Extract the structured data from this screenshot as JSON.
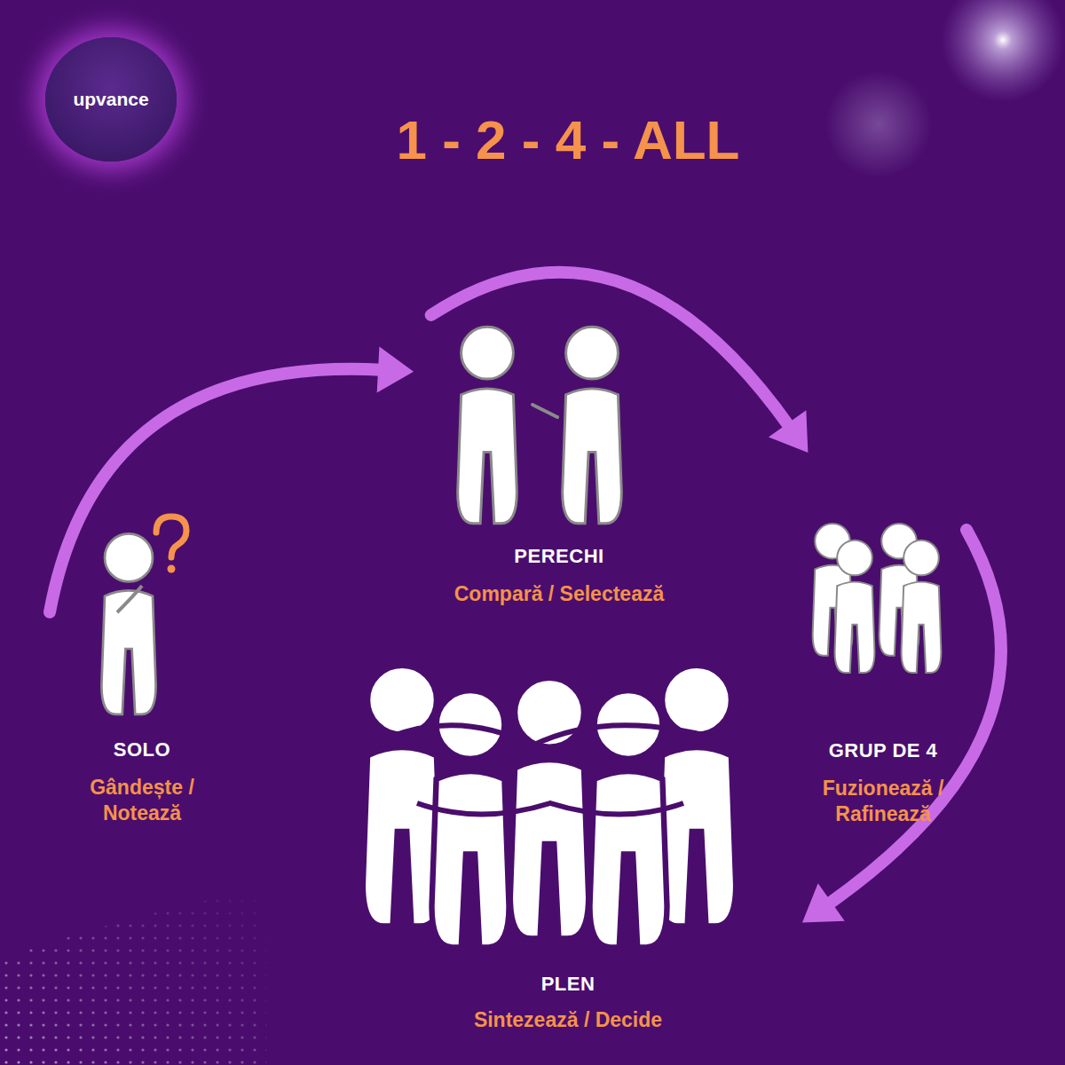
{
  "diagram": {
    "title": "1 - 2 - 4 - ALL",
    "nodes": [
      {
        "text": [
          "upvance"
        ]
      },
      {
        "text": [
          "SOLO",
          "Gândește / Notează"
        ]
      },
      {
        "text": [
          "PERECHI",
          "Compară / Selectează"
        ]
      },
      {
        "text": [
          "GRUP DE 4",
          "Fuzionează / Rafinează"
        ]
      },
      {
        "text": [
          "PLEN",
          "Sintezează / Decide"
        ]
      }
    ],
    "edges": [
      {
        "from": 1,
        "to": 2,
        "arrow": "to"
      },
      {
        "from": 2,
        "to": 3,
        "arrow": "to"
      },
      {
        "from": 3,
        "to": 4,
        "arrow": "to"
      }
    ]
  }
}
